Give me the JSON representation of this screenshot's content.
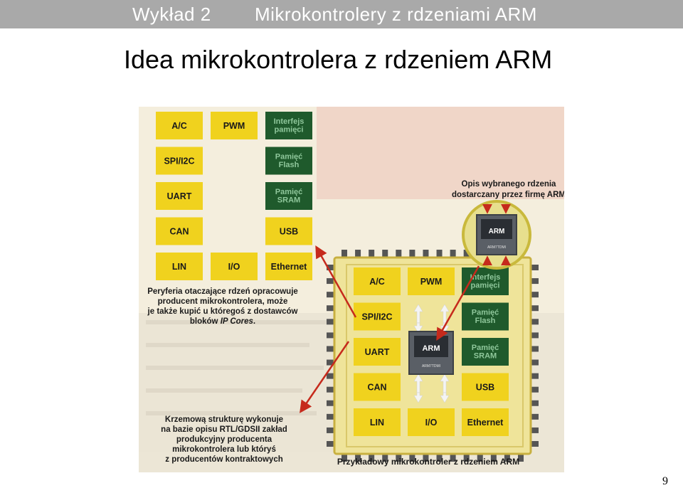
{
  "header": {
    "lecture": "Wykład 2",
    "topic": "Mikrokontrolery z rdzeniami ARM"
  },
  "slide": {
    "title": "Idea mikrokontrolera z rdzeniem ARM",
    "page_number": "9"
  },
  "figure": {
    "colors": {
      "yellow_block": "#f0d21e",
      "green_block": "#1f5a2c",
      "chip_body": "#efe49a",
      "chip_border": "#c8b040",
      "pin": "#555555",
      "arrow_red": "#c62a1c",
      "arrow_white": "#f4f4f4"
    },
    "core_ip": {
      "title": "Opis wybranego rdzenia dostarczany przez firmę ARM",
      "chip_logo": "ARM",
      "chip_model": "ARM7TDMI"
    },
    "peripheral_library": {
      "blocks": [
        {
          "label": "A/C",
          "type": "yellow"
        },
        {
          "label": "PWM",
          "type": "yellow"
        },
        {
          "label": "Interfejs pamięci",
          "type": "green"
        },
        {
          "label": "SPI/I2C",
          "type": "yellow"
        },
        {
          "label": "Pamięć Flash",
          "type": "green"
        },
        {
          "label": "UART",
          "type": "yellow"
        },
        {
          "label": "Pamięć SRAM",
          "type": "green"
        },
        {
          "label": "CAN",
          "type": "yellow"
        },
        {
          "label": "USB",
          "type": "yellow"
        },
        {
          "label": "LIN",
          "type": "yellow"
        },
        {
          "label": "I/O",
          "type": "yellow"
        },
        {
          "label": "Ethernet",
          "type": "yellow"
        }
      ]
    },
    "microcontroller": {
      "caption": "Przykładowy mikrokontroler z rdzeniem ARM",
      "blocks": [
        {
          "label": "A/C",
          "type": "yellow"
        },
        {
          "label": "PWM",
          "type": "yellow"
        },
        {
          "label": "Interfejs pamięci",
          "type": "green"
        },
        {
          "label": "SPI/I2C",
          "type": "yellow"
        },
        {
          "label": "Pamięć Flash",
          "type": "green"
        },
        {
          "label": "UART",
          "type": "yellow"
        },
        {
          "label": "Pamięć SRAM",
          "type": "green"
        },
        {
          "label": "CAN",
          "type": "yellow"
        },
        {
          "label": "USB",
          "type": "yellow"
        },
        {
          "label": "LIN",
          "type": "yellow"
        },
        {
          "label": "I/O",
          "type": "yellow"
        },
        {
          "label": "Ethernet",
          "type": "yellow"
        }
      ],
      "core_logo": "ARM",
      "core_model": "ARM7TDMI"
    },
    "annotations": {
      "peripherals": "Peryferia otaczające rdzeń opracowuje producent mikrokontrolera, może je także kupić u któregoś z dostawców bloków IP Cores.",
      "silicon": "Krzemową strukturę wykonuje na bazie opisu RTL/GDSII zakład produkcyjny producenta mikrokontrolera lub któryś z producentów kontraktowych"
    }
  }
}
